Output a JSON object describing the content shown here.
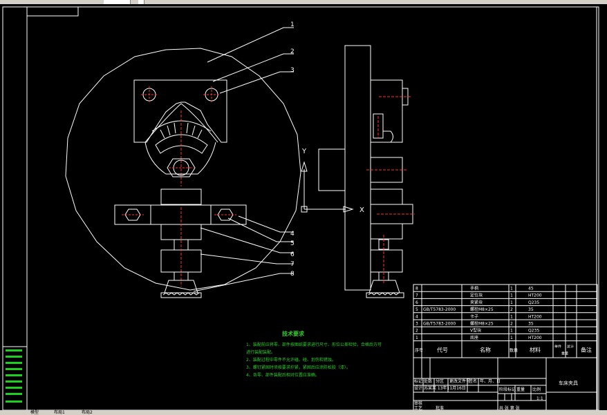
{
  "drawing": {
    "part_labels": [
      "1",
      "2",
      "3",
      "4",
      "5",
      "6",
      "7",
      "8"
    ],
    "axis_x": "X",
    "axis_y": "Y"
  },
  "parts_table": {
    "rows": [
      {
        "no": "8",
        "code": "",
        "name": "手柄",
        "qty": "1",
        "material": "45"
      },
      {
        "no": "7",
        "code": "",
        "name": "定位块",
        "qty": "1",
        "material": "HT200"
      },
      {
        "no": "6",
        "code": "",
        "name": "夹紧块",
        "qty": "1",
        "material": "Q235"
      },
      {
        "no": "5",
        "code": "GB/T5783-2000",
        "name": "螺栓M8×25",
        "qty": "2",
        "material": "35"
      },
      {
        "no": "4",
        "code": "",
        "name": "卡子",
        "qty": "1",
        "material": "HT200"
      },
      {
        "no": "3",
        "code": "GB/T5783-2000",
        "name": "螺栓M8×25",
        "qty": "2",
        "material": "35"
      },
      {
        "no": "2",
        "code": "",
        "name": "V型块",
        "qty": "1",
        "material": "Q235"
      },
      {
        "no": "1",
        "code": "",
        "name": "底座",
        "qty": "1",
        "material": "HT200"
      }
    ],
    "header": {
      "no": "序号",
      "code": "代号",
      "name": "名称",
      "qty": "数量",
      "material": "材料",
      "unit_weight": "单件",
      "total_weight": "总计",
      "weight": "重量",
      "note": "备注"
    }
  },
  "title_block": {
    "title": "车床夹具",
    "scale": "1:1",
    "sheet_text": "共 张 第 张",
    "row_labels": [
      "标记",
      "处数",
      "分区",
      "更改文件号",
      "签名",
      "年、月、日"
    ],
    "design_label": "设计",
    "design_value": "苏某某 13年11月16日",
    "stage_label": "阶段标记",
    "weight_label": "重量",
    "ratio_label": "比例",
    "review_label": "审核",
    "process_label": "工艺",
    "approve_label": "批准"
  },
  "notes": {
    "title": "技术要求",
    "lines": [
      "1、装配前应将零、部件按图纸要求进行尺寸、形位公差检验，合格后方可",
      "   进行装配装配。",
      "2、装配过程中零件不允许磕、碰、划伤和锈蚀。",
      "3、螺钉紧固时须按要求拧紧，紧固后应涂防松胶（漆）。",
      "4、各零、部件装配后相对位置应准确。"
    ]
  },
  "statusbar": {
    "items": [
      "模型",
      "布局1",
      "布局2"
    ]
  },
  "colors": {
    "background": "#000000",
    "line": "#ffffff",
    "center": "#ff3030",
    "notes": "#2fd02f",
    "leftbar": "#1fcf1f"
  }
}
